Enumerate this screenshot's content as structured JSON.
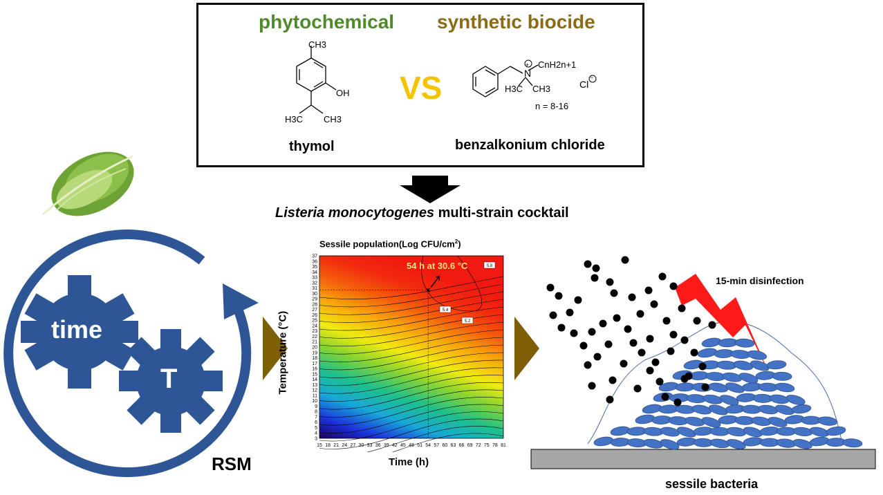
{
  "comparison": {
    "left_header": "phytochemical",
    "right_header": "synthetic biocide",
    "vs": "VS",
    "left_name": "thymol",
    "right_name": "benzalkonium chloride",
    "thymol_labels": {
      "ch3_top": "CH3",
      "oh": "OH",
      "h3c": "H3C",
      "ch3_bottom": "CH3"
    },
    "bac_labels": {
      "plus": "+",
      "n": "N",
      "chain": "CnH2n+1",
      "h3c": "H3C",
      "ch3": "CH3",
      "cl": "Cl",
      "minus": "−",
      "n_range": "n = 8-16"
    }
  },
  "organism": {
    "italic": "Listeria monocytogenes",
    "rest": " multi-strain cocktail"
  },
  "rsm": {
    "gear1": "time",
    "gear2": "T",
    "label": "RSM"
  },
  "chart": {
    "title_prefix": "Sessile population(Log CFU/cm",
    "title_sup": "2",
    "title_suffix": ")",
    "xlabel": "Time (h)",
    "ylabel": "Temperature (°C)",
    "annotation": "54 h at 30.6 °C",
    "contour_tags": [
      "5.8",
      "5.4",
      "5.2"
    ]
  },
  "chart_data": {
    "type": "heatmap",
    "title": "Sessile population(Log CFU/cm2)",
    "xlabel": "Time (h)",
    "ylabel": "Temperature (°C)",
    "x_ticks": [
      15,
      18,
      21,
      24,
      27,
      30,
      33,
      36,
      39,
      42,
      45,
      48,
      51,
      54,
      57,
      60,
      63,
      66,
      69,
      72,
      75,
      78,
      81
    ],
    "y_ticks": [
      3,
      4,
      5,
      6,
      7,
      8,
      9,
      10,
      11,
      12,
      13,
      14,
      15,
      16,
      17,
      18,
      19,
      20,
      21,
      22,
      23,
      24,
      25,
      26,
      27,
      28,
      29,
      30,
      31,
      32,
      33,
      34,
      35,
      36,
      37
    ],
    "xlim": [
      15,
      81
    ],
    "ylim": [
      3,
      37
    ],
    "optimum": {
      "x": 54,
      "y": 30.6,
      "label": "54 h at 30.6 °C"
    },
    "colormap": "blue (low) to red (high)"
  },
  "disinfection": {
    "label": "15-min disinfection",
    "caption": "sessile bacteria"
  },
  "colors": {
    "gear_blue": "#2e5596",
    "arrow_olive": "#7d5f05",
    "bolt_red": "#ff1a1a",
    "cell_blue": "#4472c4",
    "green_text": "#4e8a2a",
    "brown_text": "#8b6b17",
    "vs_yellow": "#f5c400"
  }
}
